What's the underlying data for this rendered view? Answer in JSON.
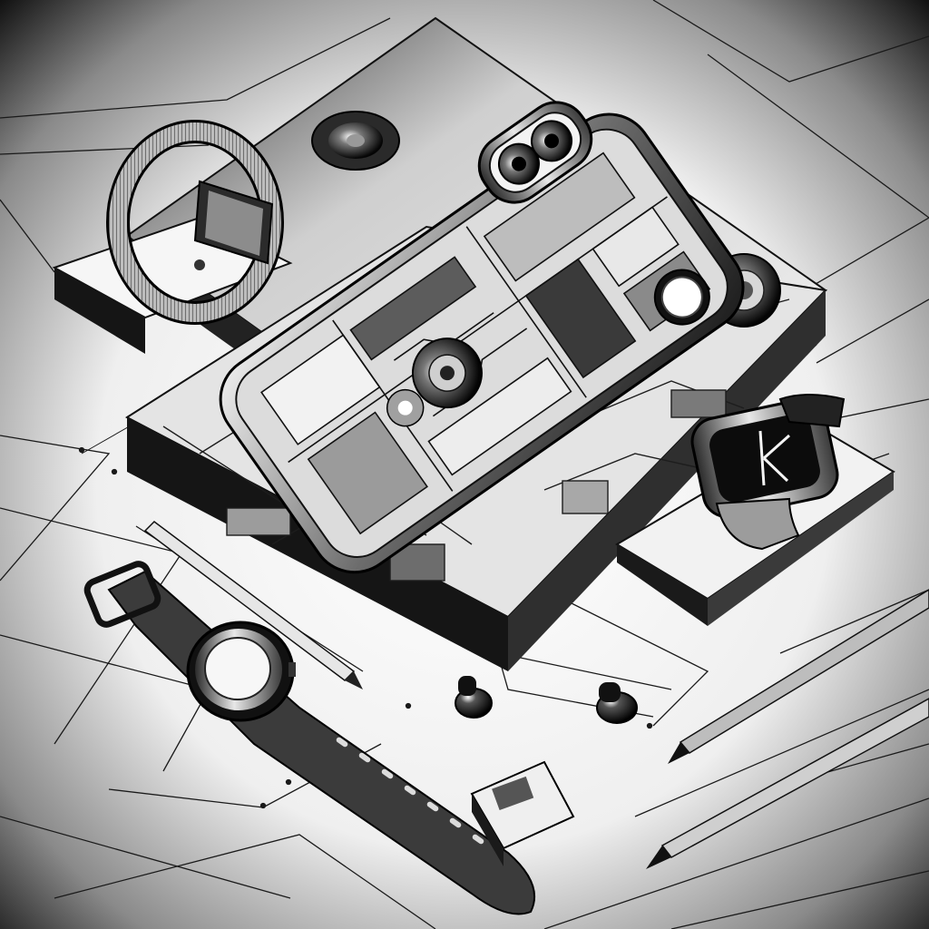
{
  "scene": {
    "palette": {
      "ink": "#0b0b0b",
      "paper": "#f4f4f4",
      "mid": "#9a9a9a",
      "light": "#d6d6d6",
      "metal": "#c8c8c8"
    },
    "objects": [
      "smartphone-rear-teardown",
      "dual-camera-module",
      "square-smartwatch-with-mesh-band",
      "square-smartwatch-on-stand",
      "round-smartwatch-with-strap",
      "pair-of-wireless-earbuds",
      "two-pencils",
      "technical-drawing-grid"
    ]
  }
}
